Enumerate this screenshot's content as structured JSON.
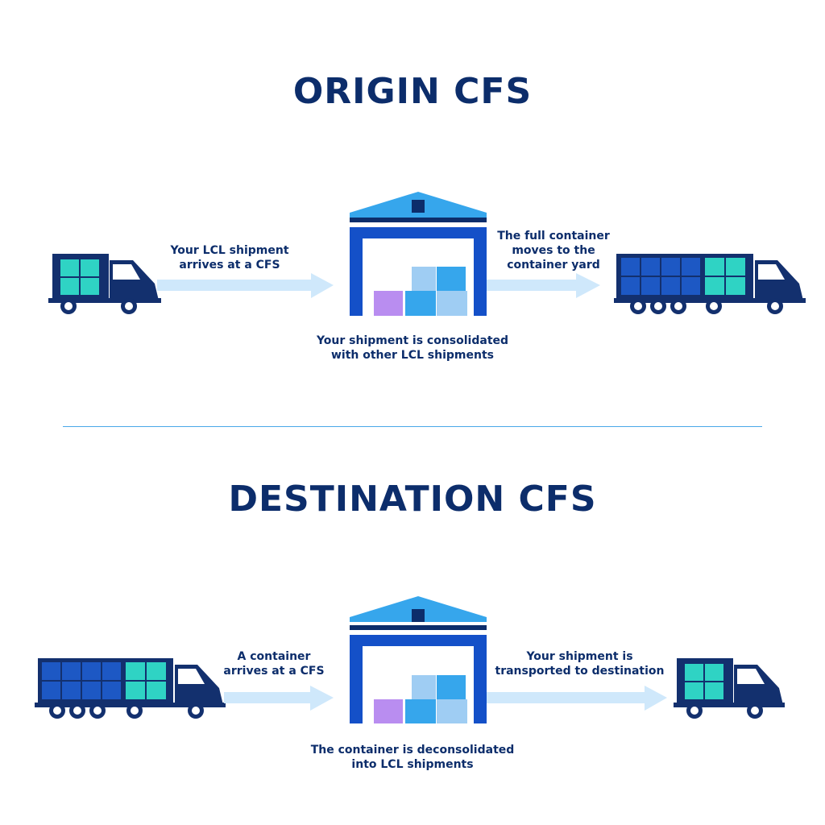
{
  "colors": {
    "navy": "#0c2d6b",
    "truck_body": "#13306e",
    "box_blue": "#1d58c4",
    "box_teal": "#2fd3c4",
    "warehouse_blue": "#1450c8",
    "roof_light": "#36a6ec",
    "arrow": "#cfe8fb",
    "divider": "#4aa8e8",
    "box_purple": "#b98df0"
  },
  "sections": [
    {
      "title": "ORIGIN CFS",
      "step1": [
        "Your LCL shipment",
        "arrives at a CFS"
      ],
      "middle": [
        "Your shipment is consolidated",
        "with other LCL shipments"
      ],
      "step2": [
        "The full container",
        "moves to the",
        "container yard"
      ]
    },
    {
      "title": "DESTINATION CFS",
      "step1": [
        "A container",
        "arrives at a CFS"
      ],
      "middle": [
        "The container is deconsolidated",
        "into LCL shipments"
      ],
      "step2": [
        "Your shipment is",
        "transported to destination"
      ]
    }
  ],
  "icons": {
    "small_truck": "small-truck-icon",
    "big_truck": "container-truck-icon",
    "warehouse": "warehouse-icon",
    "arrow": "arrow-right-icon"
  }
}
